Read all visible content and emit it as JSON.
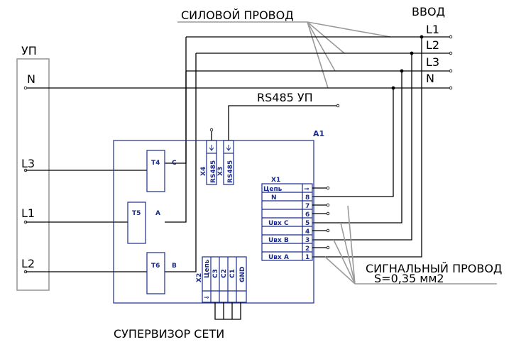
{
  "labels": {
    "power_wire": "СИЛОВОЙ ПРОВОД",
    "input": "ВВОД",
    "up_left": "УП",
    "up_n": "N",
    "up_l3": "L3",
    "up_l1": "L1",
    "up_l2": "L2",
    "in_l1": "L1",
    "in_l2": "L2",
    "in_l3": "L3",
    "in_n": "N",
    "rs485_up": "RS485 УП",
    "a1": "A1",
    "x1": "X1",
    "signal_wire": "СИГНАЛЬНЫЙ ПРОВОД",
    "signal_section": "S=0,35 мм2",
    "supervisor": "СУПЕРВИЗОР СЕТИ"
  },
  "transformers": [
    {
      "id": "T4",
      "phase": "C"
    },
    {
      "id": "T5",
      "phase": "A"
    },
    {
      "id": "T6",
      "phase": "B"
    }
  ],
  "connectors_top": [
    {
      "id": "X4",
      "label": "RS485"
    },
    {
      "id": "X3",
      "label": "RS485"
    }
  ],
  "x1_rows": [
    {
      "name": "Цепь",
      "pin": "⊸"
    },
    {
      "name": "N",
      "pin": "8"
    },
    {
      "name": "",
      "pin": "7"
    },
    {
      "name": "",
      "pin": "6"
    },
    {
      "name": "Uвх C",
      "pin": "5"
    },
    {
      "name": "",
      "pin": "4"
    },
    {
      "name": "Uвх B",
      "pin": "3"
    },
    {
      "name": "",
      "pin": "2"
    },
    {
      "name": "Uвх A",
      "pin": "1"
    }
  ],
  "x2": {
    "id": "X2",
    "columns": [
      "Цепь",
      "C3",
      "C2",
      "C1",
      "GND"
    ],
    "bottom_symbol": "⊸"
  }
}
